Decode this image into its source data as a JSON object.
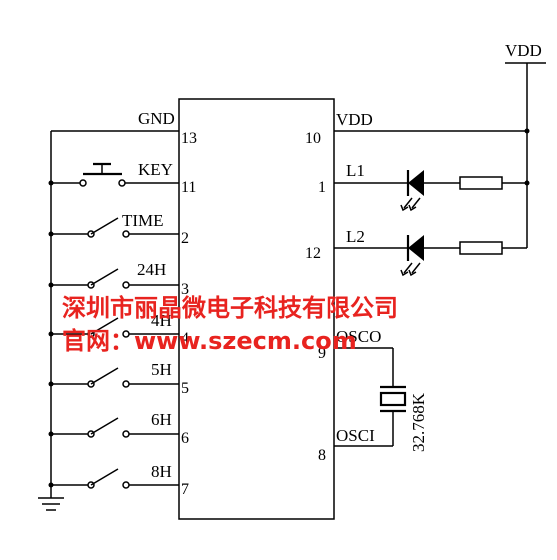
{
  "power": {
    "vdd_top": "VDD",
    "vdd_pin_label": "VDD",
    "gnd_pin_label": "GND"
  },
  "chip": {
    "left_pins": [
      {
        "num": "13",
        "name": "GND"
      },
      {
        "num": "11",
        "name": "KEY"
      },
      {
        "num": "2",
        "name": "TIME"
      },
      {
        "num": "3",
        "name": "24H"
      },
      {
        "num": "4",
        "name": "4H"
      },
      {
        "num": "5",
        "name": "5H"
      },
      {
        "num": "6",
        "name": "6H"
      },
      {
        "num": "7",
        "name": "8H"
      }
    ],
    "right_pins": [
      {
        "num": "10",
        "name": "VDD"
      },
      {
        "num": "1",
        "name": "L1"
      },
      {
        "num": "12",
        "name": "L2"
      },
      {
        "num": "9",
        "name": "OSCO"
      },
      {
        "num": "8",
        "name": "OSCI"
      }
    ]
  },
  "crystal": {
    "value": "32.768K"
  },
  "watermark": {
    "line1": "深圳市丽晶微电子科技有限公司",
    "line2": "官网：www.szecm.com"
  }
}
